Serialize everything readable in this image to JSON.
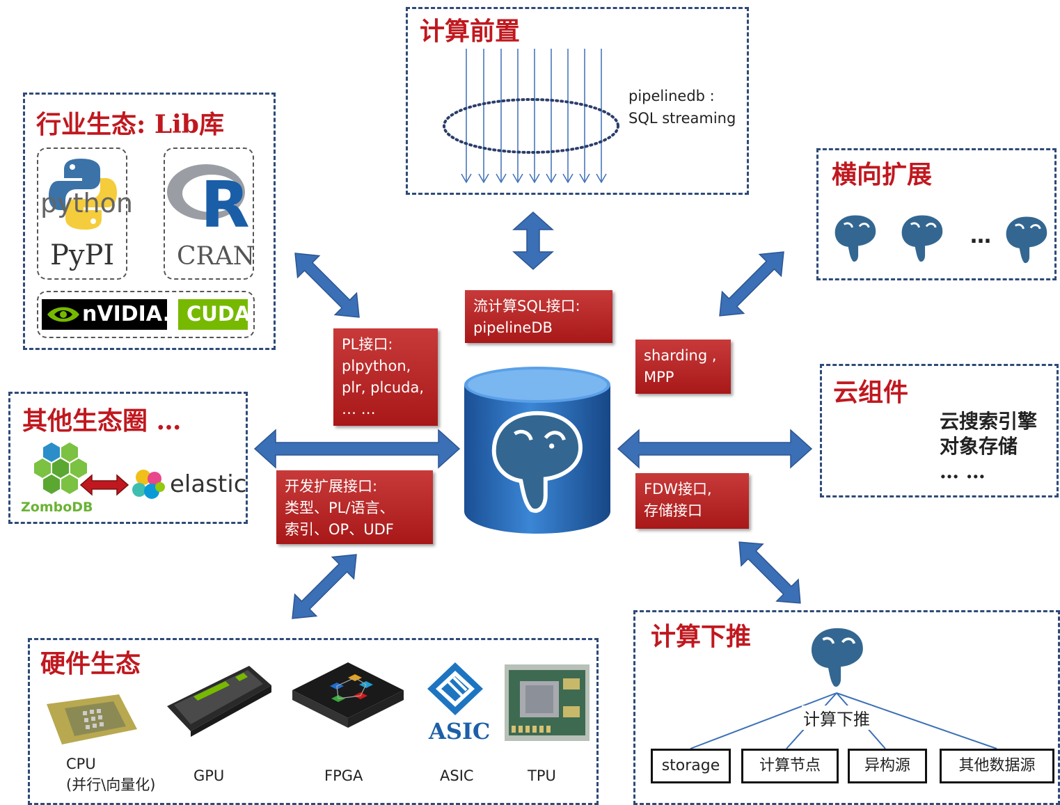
{
  "top": {
    "title": "计算前置",
    "note_line1": "pipelinedb :",
    "note_line2": "SQL streaming"
  },
  "lib": {
    "title": "行业生态: Lib库",
    "python_word": "python",
    "pypi": "PyPI",
    "cran": "CRAN",
    "nvidia": "nVIDIA.",
    "cuda": "CUDA"
  },
  "scale": {
    "title": "横向扩展",
    "ellipsis": "…"
  },
  "other": {
    "title": "其他生态圈 …",
    "zombodb": "ZomboDB",
    "elastic": "elastic"
  },
  "cloud": {
    "title": "云组件",
    "lines": "云搜索引擎\n对象存储\n… …"
  },
  "hw": {
    "title": "硬件生态",
    "items": [
      {
        "label": "CPU\n(并行\\向量化)"
      },
      {
        "label": "GPU"
      },
      {
        "label": "FPGA"
      },
      {
        "label": "ASIC"
      },
      {
        "label": "TPU"
      }
    ],
    "asic_logo": "ASIC"
  },
  "push": {
    "title": "计算下推",
    "tree_label": "计算下推",
    "nodes": [
      "storage",
      "计算节点",
      "异构源",
      "其他数据源"
    ]
  },
  "interfaces": {
    "stream": "流计算SQL接口:\npipelineDB",
    "pl": "PL接口:\nplpython,\nplr, plcuda,\n… …",
    "sharding": "sharding ,\nMPP",
    "dev": "开发扩展接口:\n类型、PL/语言、\n索引、OP、UDF",
    "fdw": "FDW接口,\n存储接口"
  },
  "colors": {
    "accent_red": "#c0181f",
    "box_red": "#b82020",
    "arrow_blue": "#3b6fb6",
    "dash_blue": "#2e4a78",
    "db_blue": "#2a66b3"
  }
}
